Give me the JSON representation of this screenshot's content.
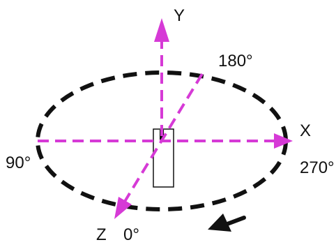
{
  "labels": {
    "y_axis": "Y",
    "x_axis": "X",
    "z_axis": "Z",
    "angle_180": "180°",
    "angle_90": "90°",
    "angle_270": "270°",
    "angle_0": "0°"
  },
  "colors": {
    "axis": "#d63ad6",
    "orbit": "#111111",
    "object_fill": "#ffffff",
    "object_stroke": "#111111"
  },
  "icons": {
    "rotation_direction": "arrow-left-icon"
  }
}
